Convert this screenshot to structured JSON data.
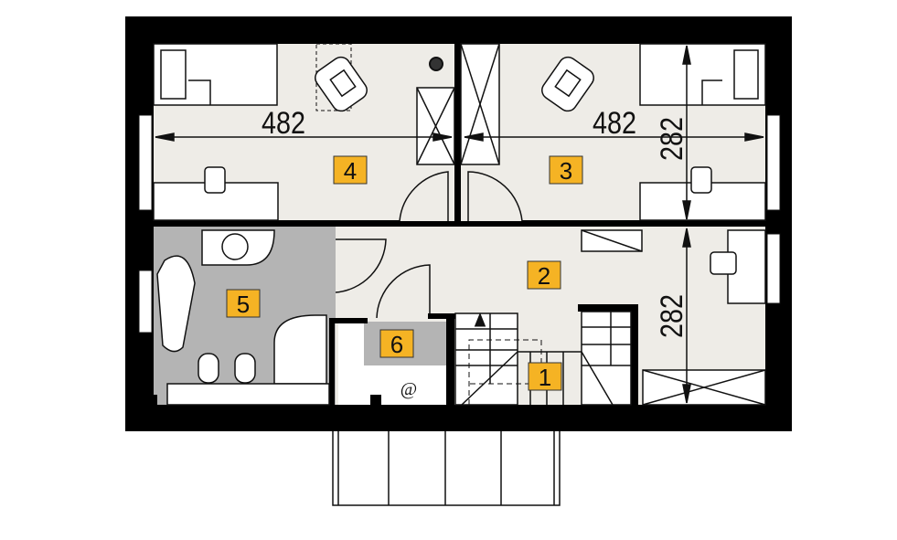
{
  "rooms": [
    {
      "number": "1"
    },
    {
      "number": "2"
    },
    {
      "number": "3"
    },
    {
      "number": "4"
    },
    {
      "number": "5"
    },
    {
      "number": "6"
    }
  ],
  "dimensions": {
    "room4_width": "482",
    "room3_width": "482",
    "room3_depth": "282",
    "hall_depth": "282"
  },
  "colors": {
    "wall": "#000000",
    "floor": "#eeece7",
    "wet_floor": "#b4b4b4",
    "label_bg": "#f5b324"
  }
}
